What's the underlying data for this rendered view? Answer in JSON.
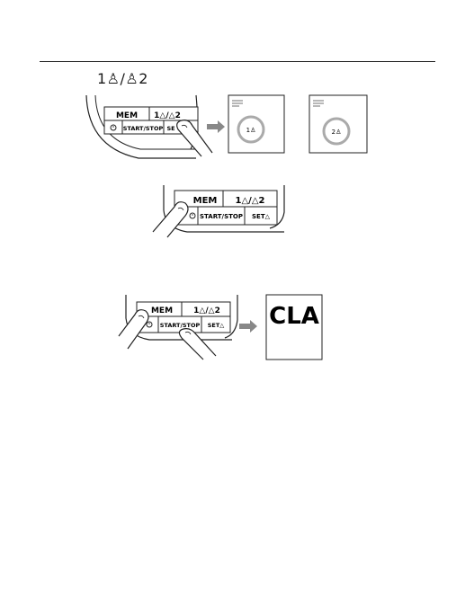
{
  "section": {
    "heading": "1♙/♙2",
    "user_icon": "user-icon"
  },
  "buttons": {
    "mem": "MEM",
    "user_select": "1△/△2",
    "clock_icon": "clock-icon",
    "start_stop": "START/STOP",
    "set": "SET△",
    "set_cropped": "SE"
  },
  "displays": {
    "user1_label": "1♙",
    "user2_label": "2♙",
    "clear_code": "CLA"
  },
  "icons": {
    "arrow": "right-arrow-icon",
    "finger": "finger-press-icon"
  }
}
